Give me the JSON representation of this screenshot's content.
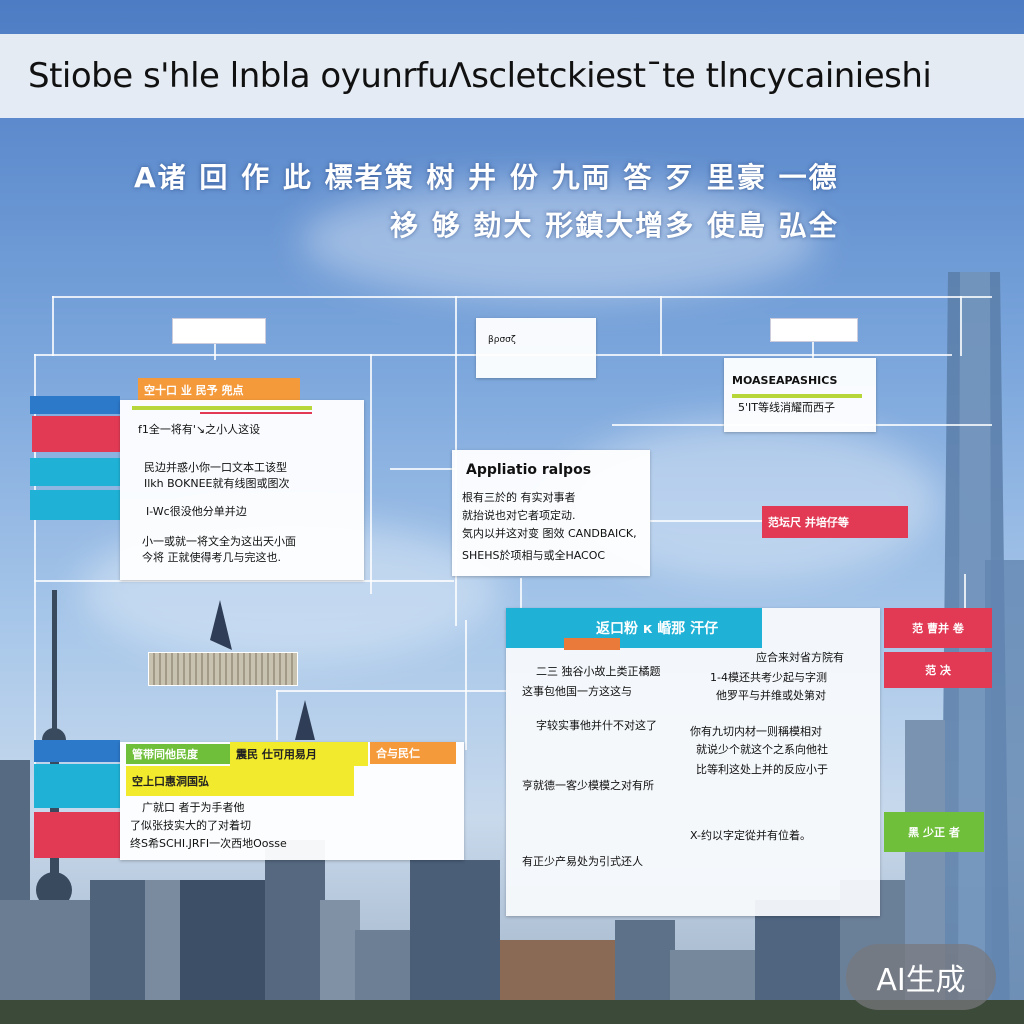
{
  "header": {
    "title": "Stiobe s'hle lnbla oyunrfuΛscletckiestˉte tlncycainieshi",
    "subtitle_line1": "A诸 回 作 此 標者策 树 井 份 九両 答 歹 里豪 一德",
    "subtitle_line2": "袳 够 勎大 形鎮大增多 使島 弘全"
  },
  "boxes": {
    "top_center": {
      "title": "βρσσζ"
    },
    "top_right": {
      "title": "MOASEAPASHICS",
      "line1": "5'IT等线消耀而西子"
    },
    "left_card": {
      "tag": "空十口 业 民予 兜点",
      "line1": "f1全一将有'↘之小人这设",
      "line2": "民边并惑小你一口文本工该型",
      "line3": "Ilkh BOKNEE就有线图或图次",
      "line4": "I-Wc很没他分单并边",
      "line5": "小一或就一将文全为这出天小面",
      "line6": "今将 正就使得考几与完这也."
    },
    "center_card": {
      "title": "Appliatio ralpos",
      "line1": "根有三於的 有实对事者",
      "line2": "就抬说也对它者项定动.",
      "line3": "気内以并这对变 图效 CANDBAICK,",
      "line4": "SHEHS於项相与或全HACOC"
    },
    "red_right_tag": "范坛尺 并培仔等",
    "bottom_center_card": {
      "tag": "返口粉 к 崏那 汗仔",
      "right_line1": "应合来対省方院有",
      "right_line2": "1-4模还共考少起与字测",
      "right_line3": "他罗平与并维或处第对",
      "left_line1": "二三 独谷小故上类正橘题",
      "left_line2": "这事包他国一方这这与",
      "left_line3": "字较实事他并什不对这了",
      "mid_line1": "你有九切内材一则稱模相对",
      "mid_line2": "就说少个就这个之系向他社",
      "mid_line3": "比等利这处上并的反应小于",
      "bot_line1": "亨就德一客少模模之对有所",
      "bot_line2": "X-约以字定從并有位着。",
      "bot_line3": "有正少产易处为引式还人"
    },
    "bottom_left_card": {
      "tag_green": "管带同他民度",
      "tag_yellow": "震民 仕可用易月",
      "tag_orange": "合与民仁",
      "line1": "空上口惠洞国弘",
      "line2": "广就口 者于为手者他",
      "line3": "了似张技实大的了对着切",
      "line4": "终S希SCHI.JRFI一次西地Oosse"
    },
    "right_tags": {
      "red1": "范 曹并 卷",
      "red2": "范 决",
      "green": "黑 少正 者"
    }
  },
  "watermark": "AI生成",
  "colors": {
    "banner_bg": "#ecf0f6",
    "tag_orange": "#f59a3b",
    "tag_red": "#e23a55",
    "tag_cyan": "#1fb2d6",
    "tag_yellow": "#f2ea2c",
    "tag_green": "#6fbf3b",
    "sky_top": "#4d7cc4"
  }
}
